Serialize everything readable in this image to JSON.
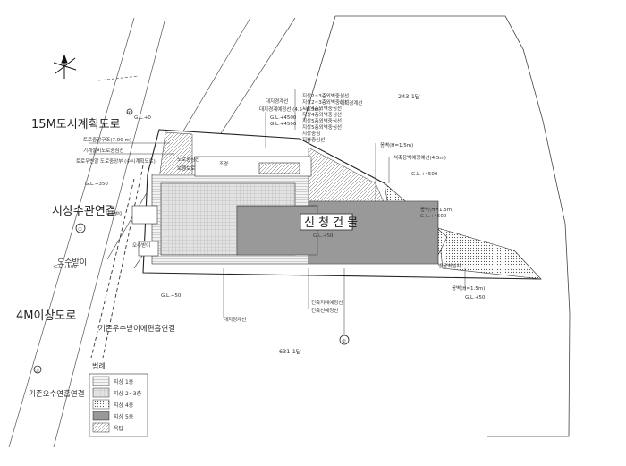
{
  "site_labels": {
    "road_15m": "15M도시계획도로",
    "water_supply": "시상수관연결",
    "sewage_drain": "오수받이",
    "road_4m": "4M이상도로",
    "rain_drain_connect": "기존우수받이에편흡연결",
    "existing_sewage": "기존오수연흡연결",
    "new_building": "신 청 건 물",
    "lot_243": "243-1답",
    "lot_631": "631-1답",
    "setback_line": "대지경계선",
    "road_center": "도로중심선",
    "road_center_gl": "G.L.+0",
    "leader_a": "토로중앙구조(7.00 m)",
    "leader_b": "기계설비도로중심선",
    "leader_c": "토로우빈알 도로중앙부 (수시계획도로)",
    "gl_left_a": "G.L.+350",
    "gl_left_b": "G.L.+500",
    "gl_bottom_a": "G.L.+50",
    "gl_bottom_b": "G.L.+50",
    "gl_right_top": "G.L.+4500",
    "gl_right_mid": "G.L.+4500",
    "gl_center": "G.L.+50",
    "gl_top_mid": "G.L.+4500",
    "storm_inlet_top": "우수받이",
    "sewer_manhole": "오수받이",
    "retaining_wall_top": "옹벽(H=1.5m)",
    "retaining_wall_right": "석축옹벽예정예선(4.5m)",
    "retaining_wall_bottom": "옹벽(H=1.5m)",
    "note_right_wall": "옹벽(H=1.5m)",
    "existing_path": "보행보로",
    "bottom_line_left": "대지경계선",
    "bottom_line_right": "방음벽설치",
    "stem_labels": [
      "건축지례예정선",
      "건축선예정선"
    ],
    "inner_label": "조경",
    "legend_title": "범례",
    "legend_items": [
      "지상 1층",
      "지상 2~3층",
      "지상 4층",
      "지상 5층",
      "옥탑"
    ],
    "floor_notes": [
      "지상2~3층외벽중심선",
      "지상2~3층외벽중심선",
      "지상4층외벽중심선",
      "지상4층외벽중심선",
      "지상5층외벽중심선",
      "지상5층외벽중심선",
      "지상중심",
      "지붕중심선"
    ],
    "column_notes": [
      "대지경계선",
      "대지경계예정선 (4.5~6.5m)",
      "G.L.+4500"
    ],
    "north_symbol": "north-arrow",
    "manhole_ids": [
      "①",
      "②",
      "③",
      "④"
    ]
  }
}
